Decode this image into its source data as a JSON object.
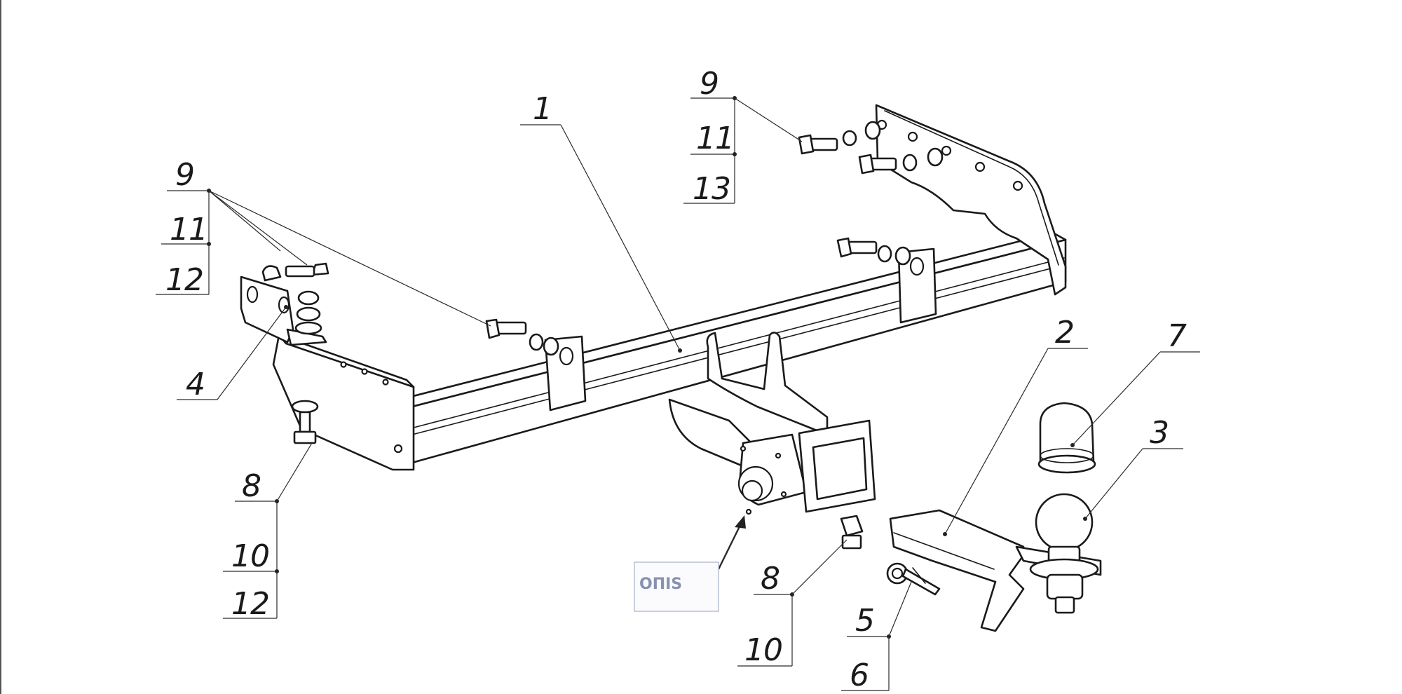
{
  "diagram": {
    "callouts": {
      "c1": "1",
      "c2": "2",
      "c3": "3",
      "c4": "4",
      "c5": "5",
      "c6": "6",
      "c7": "7",
      "c8a": "8",
      "c8b": "8",
      "c9a": "9",
      "c9b": "9",
      "c10a": "10",
      "c10b": "10",
      "c11a": "11",
      "c11b": "11",
      "c12a": "12",
      "c12b": "12",
      "c13": "13"
    },
    "stamp": "ОПIS"
  }
}
